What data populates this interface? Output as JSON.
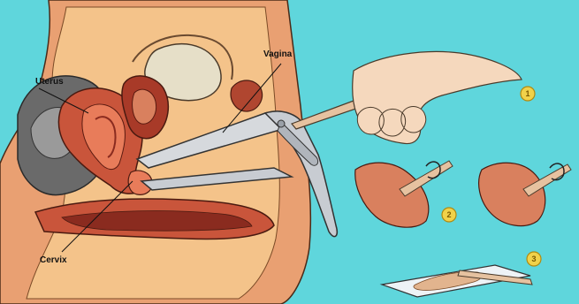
{
  "labels": {
    "vagina": "Vagina",
    "uterus": "Uterus",
    "cervix": "Cervix"
  },
  "steps": [
    "1",
    "2",
    "3"
  ],
  "colors": {
    "background": "#5fd6dc",
    "skin": "#e9a072",
    "tissue": "#c9553b",
    "organ_dark": "#8a2b1f",
    "speculum": "#c8ccd2",
    "badge": "#f1d24a"
  }
}
